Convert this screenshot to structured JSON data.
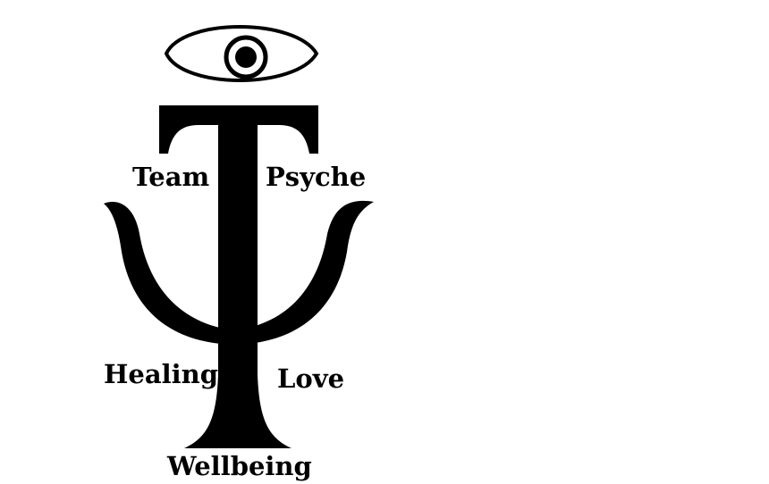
{
  "colors": {
    "background": "#ffffff",
    "ink": "#000000"
  },
  "logo": {
    "icons": [
      "eye-icon",
      "psi-symbol-icon",
      "t-letter-icon"
    ],
    "words": {
      "team": "Team",
      "psyche": "Psyche",
      "healing": "Healing",
      "love": "Love",
      "wellbeing": "Wellbeing"
    }
  }
}
